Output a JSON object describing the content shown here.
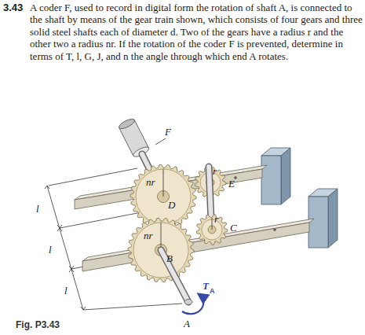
{
  "diagram": {
    "caption": "Fig. P3.43",
    "labels": [
      "3.43",
      "A coder F, used to record in digital form the rotation of shaft A, is connected to the shaft by means of the gear train shown, which consists of four gears and three solid steel shafts each of diameter d. Two of the gears have a radius r and the other two a radius nr. If the rotation of the coder F is prevented, determine in terms of T, l, G, J, and n the angle through which end A rotates.",
      "F",
      "nr",
      "D",
      "r",
      "E",
      "nr",
      "B",
      "r",
      "C",
      "l",
      "l",
      "l",
      "T",
      "A",
      "A"
    ]
  }
}
